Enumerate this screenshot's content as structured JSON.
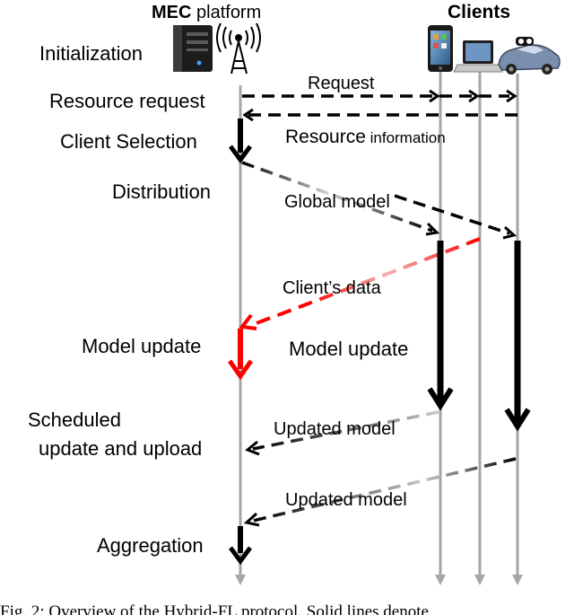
{
  "header": {
    "mec_bold": "MEC",
    "mec_rest": " platform",
    "clients": "Clients"
  },
  "steps": {
    "initialization": "Initialization",
    "resource_request": "Resource request",
    "client_selection": "Client Selection",
    "distribution": "Distribution",
    "model_update_server": "Model update",
    "scheduled_line1": "Scheduled",
    "scheduled_line2": "update and upload",
    "aggregation": "Aggregation"
  },
  "messages": {
    "request": "Request",
    "resource_info_big": "Resource",
    "resource_info_small": " information",
    "global_model": "Global model",
    "clients_data": "Client’s data",
    "model_update_clients": "Model update",
    "updated_model_1": "Updated model",
    "updated_model_2": "Updated model"
  },
  "caption": "Fig. 2: Overview of the Hybrid-FL protocol. Solid lines denote",
  "colors": {
    "timeline": "#a6a6a6",
    "arrow": "#000000",
    "highlight": "#ff0000"
  },
  "icons": [
    "server-icon",
    "antenna-icon",
    "smartphone-icon",
    "laptop-icon",
    "car-icon"
  ]
}
